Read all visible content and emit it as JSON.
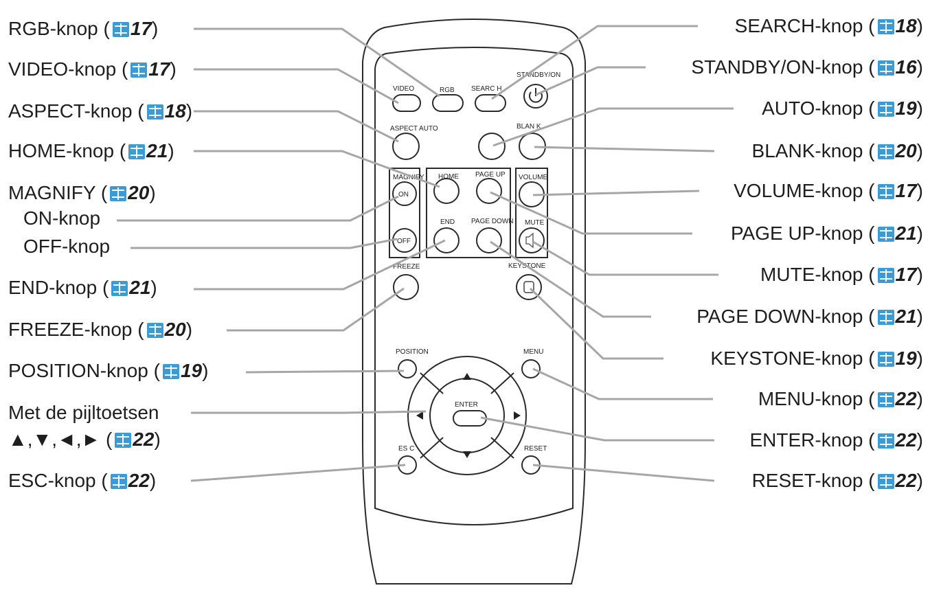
{
  "left_labels": [
    {
      "id": "rgb",
      "text": "RGB-knop (",
      "ref": "17"
    },
    {
      "id": "video",
      "text": "VIDEO-knop (",
      "ref": "17"
    },
    {
      "id": "aspect",
      "text": "ASPECT-knop (",
      "ref": "18"
    },
    {
      "id": "home",
      "text": "HOME-knop (",
      "ref": "21"
    },
    {
      "id": "magnify",
      "text": "MAGNIFY (",
      "ref": "20"
    },
    {
      "id": "end",
      "text": "END-knop (",
      "ref": "21"
    },
    {
      "id": "freeze",
      "text": "FREEZE-knop (",
      "ref": "20"
    },
    {
      "id": "position",
      "text": "POSITION-knop (",
      "ref": "19"
    },
    {
      "id": "esc",
      "text": "ESC-knop (",
      "ref": "22"
    }
  ],
  "magnify_sub": {
    "on": "ON-knop",
    "off": "OFF-knop"
  },
  "arrows": {
    "line1": "Met de pijltoetsen",
    "line2": "▲,▼,◄,► (",
    "ref": "22"
  },
  "right_labels": [
    {
      "id": "search",
      "text": "SEARCH-knop (",
      "ref": "18"
    },
    {
      "id": "standby",
      "text": "STANDBY/ON-knop (",
      "ref": "16"
    },
    {
      "id": "auto",
      "text": "AUTO-knop (",
      "ref": "19"
    },
    {
      "id": "blank",
      "text": "BLANK-knop (",
      "ref": "20"
    },
    {
      "id": "volume",
      "text": "VOLUME-knop (",
      "ref": "17"
    },
    {
      "id": "pageup",
      "text": "PAGE UP-knop (",
      "ref": "21"
    },
    {
      "id": "mute",
      "text": "MUTE-knop (",
      "ref": "17"
    },
    {
      "id": "pagedown",
      "text": "PAGE DOWN-knop (",
      "ref": "21"
    },
    {
      "id": "keystone",
      "text": "KEYSTONE-knop (",
      "ref": "19"
    },
    {
      "id": "menu",
      "text": "MENU-knop (",
      "ref": "22"
    },
    {
      "id": "enter",
      "text": "ENTER-knop (",
      "ref": "22"
    },
    {
      "id": "reset",
      "text": "RESET-knop (",
      "ref": "22"
    }
  ],
  "remote_text": {
    "video": "VIDEO",
    "rgb": "RGB",
    "search": "SEARC H",
    "standby": "STANDBY/ON",
    "aspect_auto": "ASPECT AUTO",
    "blank": "BLAN K",
    "magnify": "MAGNIFY",
    "on": "ON",
    "off": "OFF",
    "home": "HOME",
    "pageup": "PAGE UP",
    "end": "END",
    "pagedown": "PAGE DOWN",
    "volume": "VOLUME",
    "mute": "MUTE",
    "freeze": "FREEZE",
    "keystone": "KEYSTONE",
    "position": "POSITION",
    "menu": "MENU",
    "enter": "ENTER",
    "esc": "ES C",
    "reset": "RESET"
  },
  "colors": {
    "leader": "#a6a6a6",
    "book_icon": "#3b9bd4",
    "text": "#1e1e1e"
  }
}
